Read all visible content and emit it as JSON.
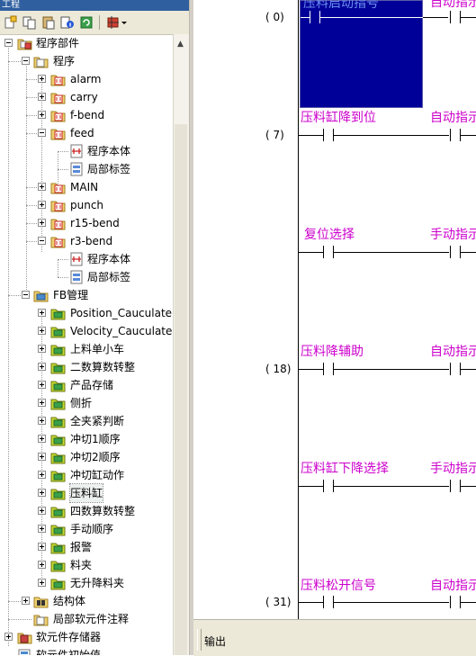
{
  "window": {
    "title": "工程"
  },
  "toolbar": {
    "buttons": [
      {
        "name": "new-icon"
      },
      {
        "name": "copy-icon"
      },
      {
        "name": "paste-icon"
      },
      {
        "name": "info-icon"
      },
      {
        "name": "refresh-icon"
      },
      {
        "name": "settings-dropdown-icon"
      }
    ]
  },
  "tree": {
    "program_parts": "程序部件",
    "programs": "程序",
    "alarm": "alarm",
    "carry": "carry",
    "f_bend": "f-bend",
    "feed": "feed",
    "feed_body": "程序本体",
    "feed_labels": "局部标签",
    "main": "MAIN",
    "punch": "punch",
    "r15_bend": "r15-bend",
    "r3_bend": "r3-bend",
    "r3_body": "程序本体",
    "r3_labels": "局部标签",
    "fb_mgmt": "FB管理",
    "fbs": [
      "Position_Cauculate",
      "Velocity_Cauculate",
      "上料单小车",
      "二数算数转整",
      "产品存储",
      "侧折",
      "全夹紧判断",
      "冲切1顺序",
      "冲切2顺序",
      "冲切缸动作",
      "压料缸",
      "四数算数转整",
      "手动顺序",
      "报警",
      "料夹",
      "无升降料夹"
    ],
    "struct": "结构体",
    "local_comment": "局部软元件注释",
    "device_memory": "软元件存储器",
    "device_init": "软元件初始值"
  },
  "ladder": {
    "steps": [
      "(    0)",
      "(    7)",
      "(   18)",
      "(   31)"
    ],
    "comments_left": [
      "压料启动指号",
      "压料缸降到位",
      "复位选择",
      "压料降辅助",
      "压料缸下降选择",
      "压料松开信号"
    ],
    "comments_right": [
      "自动指示",
      "自动指示",
      "手动指示",
      "自动指示",
      "手动指示",
      "自动指示"
    ]
  },
  "output": {
    "label": "输出"
  }
}
